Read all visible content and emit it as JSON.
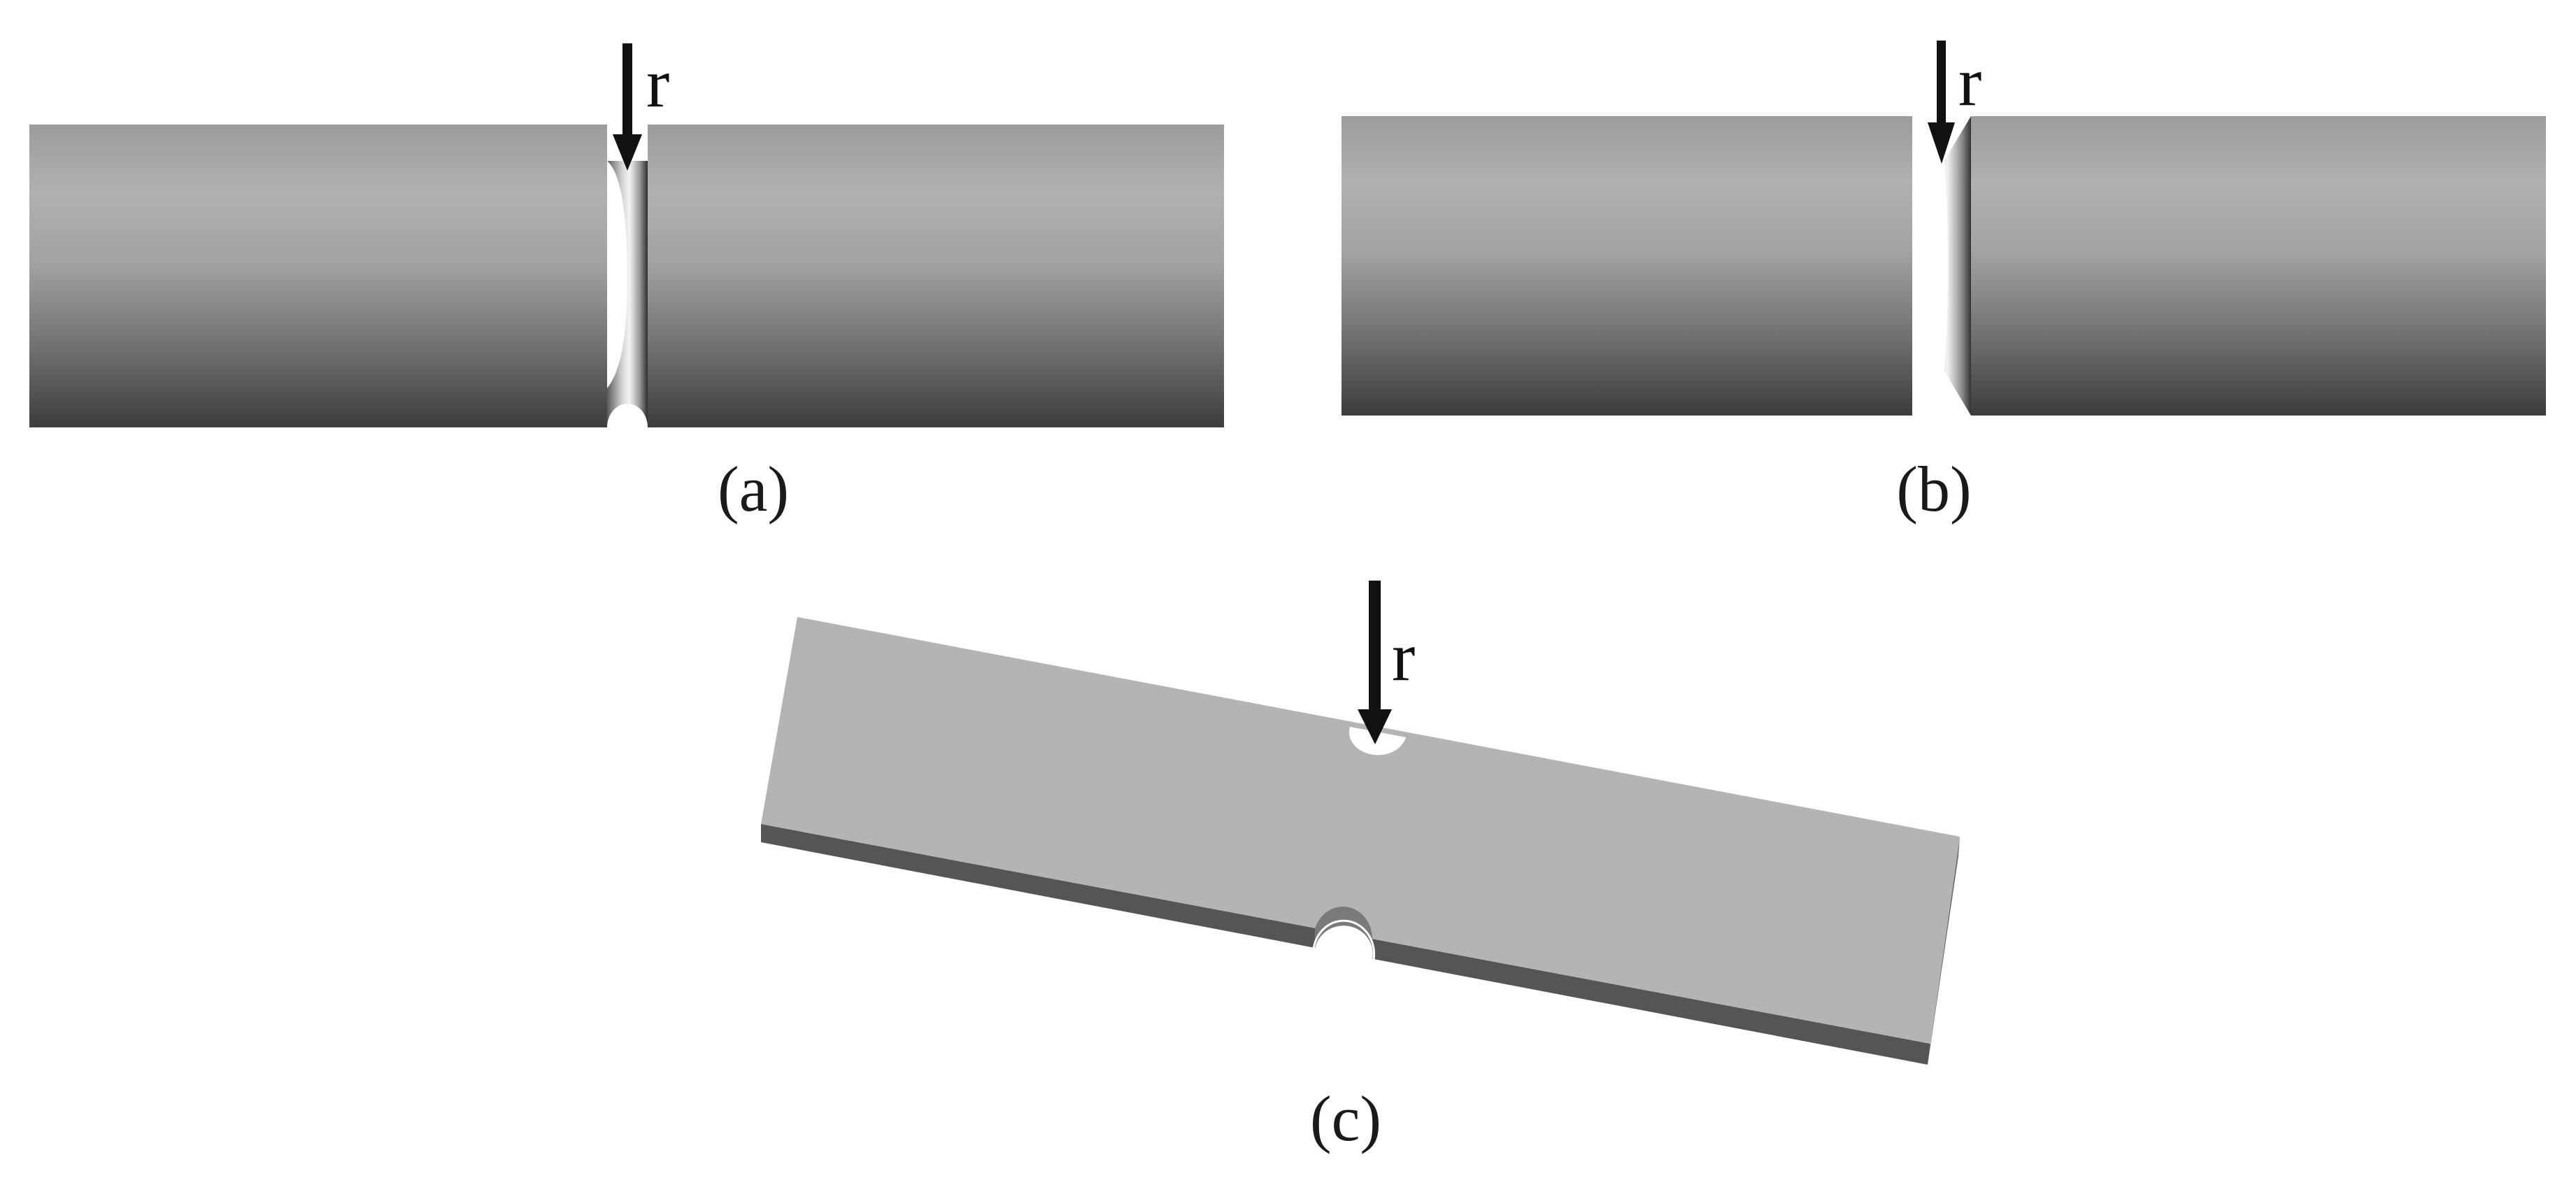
{
  "figure": {
    "panels": [
      {
        "id": "a",
        "caption": "(a)",
        "notch_label": "r",
        "notch_shape": "round",
        "specimen": "cylindrical bar"
      },
      {
        "id": "b",
        "caption": "(b)",
        "notch_label": "r",
        "notch_shape": "v",
        "specimen": "cylindrical bar"
      },
      {
        "id": "c",
        "caption": "(c)",
        "notch_label": "r",
        "notch_shape": "double semicircular edge notch",
        "specimen": "flat plate"
      }
    ],
    "colors": {
      "background": "#ffffff",
      "arrow": "#111111",
      "bar_light": "#b0b0b0",
      "bar_dark": "#3f3f3f",
      "plate_top": "#b4b4b4",
      "plate_edge": "#5a5a5a"
    }
  }
}
